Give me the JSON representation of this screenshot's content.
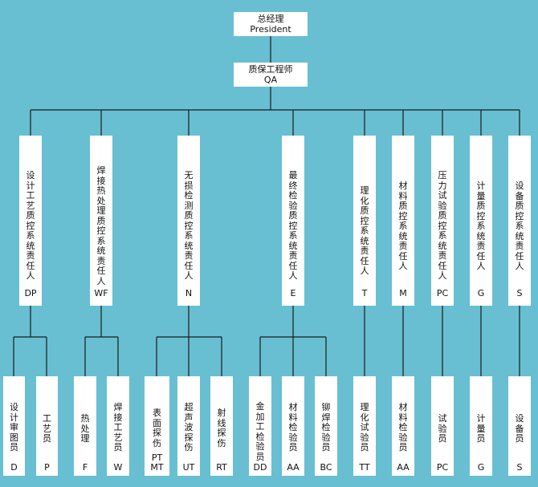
{
  "top": [
    {
      "id": "president",
      "label_cn": "总经理",
      "label_en": "President"
    },
    {
      "id": "qa",
      "label_cn": "质保工程师",
      "label_en": "QA"
    }
  ],
  "managers": [
    {
      "id": "dp",
      "text": "设计工艺质控系统责任人",
      "code": "DP"
    },
    {
      "id": "wf",
      "text": "焊接热处理质控系统责任人",
      "code": "WF"
    },
    {
      "id": "n",
      "text": "无损检测质控系统责任人",
      "code": "N"
    },
    {
      "id": "e",
      "text": "最终检验质控系统责任人",
      "code": "E"
    },
    {
      "id": "t",
      "text": "理化质控系统责任人",
      "code": "T"
    },
    {
      "id": "m",
      "text": "材料质控系统责任人",
      "code": "M"
    },
    {
      "id": "pc",
      "text": "压力试验质控系统责任人",
      "code": "PC"
    },
    {
      "id": "g",
      "text": "计量质控系统责任人",
      "code": "G"
    },
    {
      "id": "s",
      "text": "设备质控系统责任人",
      "code": "S"
    }
  ],
  "staff": [
    {
      "id": "d",
      "text": "设计审图员",
      "code": "D"
    },
    {
      "id": "p",
      "text": "工艺员",
      "code": "P"
    },
    {
      "id": "f",
      "text": "热处理",
      "code": "F"
    },
    {
      "id": "w",
      "text": "焊接工艺员",
      "code": "W"
    },
    {
      "id": "ptmt",
      "text": "表面探伤",
      "code": "PT\nMT"
    },
    {
      "id": "ut",
      "text": "超声波探伤",
      "code": "UT"
    },
    {
      "id": "rt",
      "text": "射线探伤",
      "code": "RT"
    },
    {
      "id": "dd",
      "text": "金加工检验员",
      "code": "DD"
    },
    {
      "id": "aa1",
      "text": "材料检验员",
      "code": "AA"
    },
    {
      "id": "bc",
      "text": "铆焊检验员",
      "code": "BC"
    },
    {
      "id": "tt",
      "text": "理化试验员",
      "code": "TT"
    },
    {
      "id": "aa2",
      "text": "材料检验员",
      "code": "AA"
    },
    {
      "id": "pcs",
      "text": "试验员",
      "code": "PC"
    },
    {
      "id": "gs",
      "text": "计量员",
      "code": "G"
    },
    {
      "id": "ss",
      "text": "设备员",
      "code": "S"
    }
  ]
}
